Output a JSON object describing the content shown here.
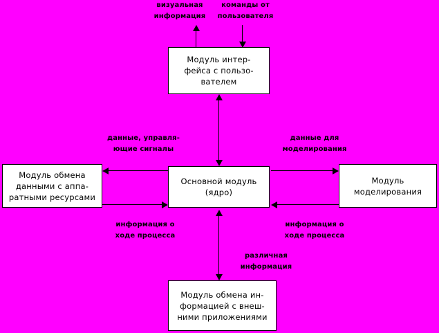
{
  "diagram": {
    "background_color": "#FF00FF",
    "box_fill_color": "#FFFFFF",
    "line_color": "#000000",
    "text_color": "#000000",
    "nodes": {
      "interface": "Модуль интер-\nфейса с пользо-\nвателем",
      "hardware": "Модуль обмена\nданными с аппа-\nратными ресурсами",
      "core": "Основной модуль\n(ядро)",
      "modeling": "Модуль\nмоделирования",
      "external": "Модуль обмена ин-\nформацией с внеш-\nними приложениями"
    },
    "edge_labels": {
      "visual_info": "визуальная\nинформация",
      "user_commands": "команды от\nпользователя",
      "data_control_signals": "данные, управля-\nющие сигналы",
      "data_for_modeling": "данные для\nмоделирования",
      "process_info_left": "информация о\nходе процесса",
      "process_info_right": "информация о\nходе процесса",
      "various_info": "различная\nинформация"
    }
  }
}
